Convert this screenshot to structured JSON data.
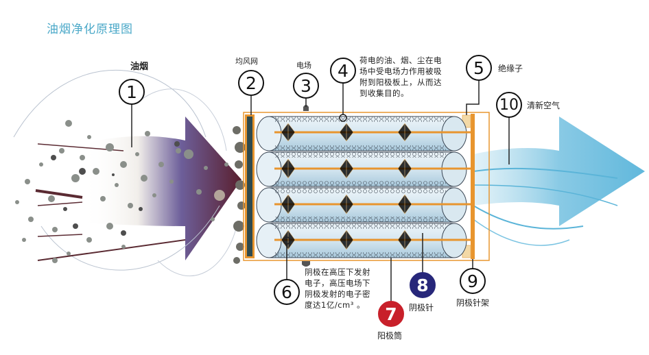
{
  "title": "油烟净化原理图",
  "components": [
    {
      "num": "1",
      "label": "油烟"
    },
    {
      "num": "2",
      "label": "均风网"
    },
    {
      "num": "3",
      "label": "电场"
    },
    {
      "num": "4",
      "label": "荷电的油、烟、尘在电场中受电场力作用被吸附到阳极板上，从而达到收集目的。",
      "lines": [
        "荷电的油、烟、尘在电",
        "场中受电场力作用被吸",
        "附到阳极板上，从而达",
        "到收集目的。"
      ]
    },
    {
      "num": "5",
      "label": "绝缘子"
    },
    {
      "num": "6",
      "label": "阴极在高压下发射电子，高压电场下阴极发射的电子密度达1亿/cm³。",
      "lines": [
        "阴极在高压下发射",
        "电子，高压电场下",
        "阴极发射的电子密",
        "度达1亿/cm³ 。"
      ]
    },
    {
      "num": "7",
      "label": "阳极筒"
    },
    {
      "num": "8",
      "label": "阴极针"
    },
    {
      "num": "9",
      "label": "阴极针架"
    },
    {
      "num": "10",
      "label": "清新空气"
    }
  ],
  "colors": {
    "title": "#4aa8c8",
    "frame": "#e8952e",
    "mesh": "#2f4a4e",
    "tube": "#cfe3ee",
    "inlet_arrow_start": "#f4f2ee",
    "inlet_arrow_mid": "#6d5f9a",
    "inlet_arrow_end": "#5a1f2e",
    "outlet_arrow": "#5ab4d8",
    "badge_blue": "#27277a",
    "badge_red": "#c8202a"
  }
}
